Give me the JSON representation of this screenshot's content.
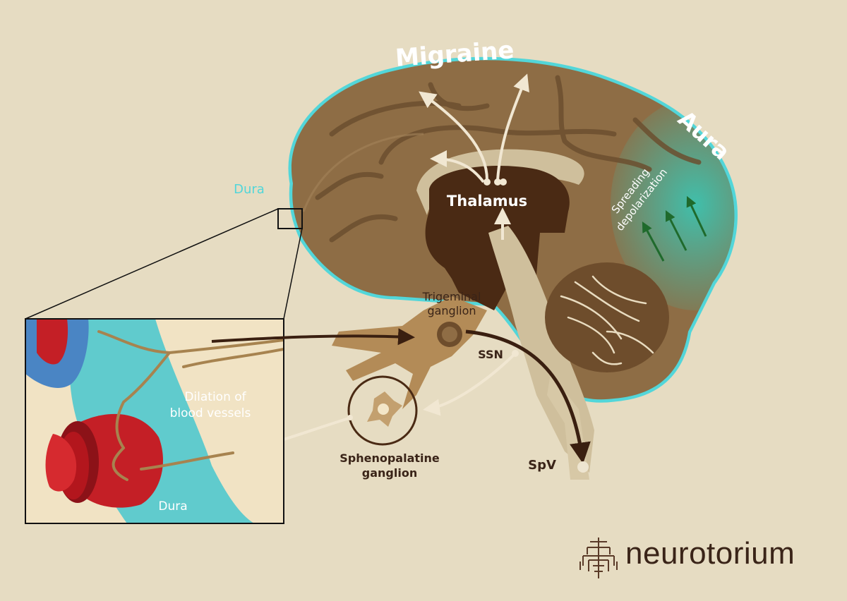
{
  "labels": {
    "migraine": "Migraine",
    "aura": "Aura",
    "dura_brain": "Dura",
    "thalamus": "Thalamus",
    "spreading_line1": "Spreading",
    "spreading_line2": "depolarization",
    "trigeminal_line1": "Trigeminal",
    "trigeminal_line2": "ganglion",
    "ssn": "SSN",
    "sphenopalatine_line1": "Sphenopalatine",
    "sphenopalatine_line2": "ganglion",
    "spv": "SpV",
    "dilation_line1": "Dilation of",
    "dilation_line2": "blood vessels",
    "dura_inset": "Dura"
  },
  "brand": {
    "name": "neurotorium",
    "icon": "neurotorium-logo-icon"
  },
  "colors": {
    "background": "#e6dcc2",
    "brain": "#8e6d45",
    "dura": "#52d6d9",
    "aura": "#44c6b4",
    "thalamus": "#4a2a14",
    "vessel_red": "#c41f26",
    "arrow_light": "#f1e7d2",
    "arrow_dark": "#3a1f10"
  }
}
